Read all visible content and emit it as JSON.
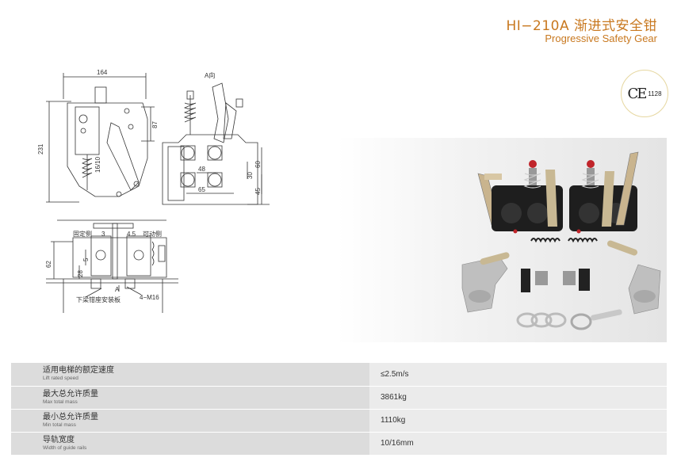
{
  "header": {
    "title_zh": "HI−210A 渐进式安全钳",
    "title_en": "Progressive Safety Gear"
  },
  "certification": {
    "mark": "CE",
    "number": "1128"
  },
  "drawing_labels": {
    "width_164": "164",
    "height_231": "231",
    "dim_87": "87",
    "dim_1610": "16/10",
    "view_a": "A向",
    "dim_48": "48",
    "dim_65": "65",
    "dim_30": "30",
    "dim_60": "60",
    "dim_45": "45",
    "fixed_side": "固定侧",
    "dim_3": "3",
    "dim_45b": "4.5",
    "movable_side": "可动侧",
    "dim_62": "62",
    "dim_5": "5",
    "dim_28": "28",
    "arrow_a": "A",
    "mount_plate": "下梁钳座安装板",
    "bolt": "4−M16"
  },
  "specs": [
    {
      "label_zh": "适用电梯的额定速度",
      "label_en": "Lift rated speed",
      "value": "≤2.5m/s"
    },
    {
      "label_zh": "最大总允许质量",
      "label_en": "Max total mass",
      "value": "3861kg"
    },
    {
      "label_zh": "最小总允许质量",
      "label_en": "Min total mass",
      "value": "1110kg"
    },
    {
      "label_zh": "导轨宽度",
      "label_en": "Width of guide rails",
      "value": "10/16mm"
    }
  ],
  "colors": {
    "accent": "#c8781f",
    "row_label_bg": "#dcdcdc",
    "row_value_bg": "#ebebeb"
  }
}
